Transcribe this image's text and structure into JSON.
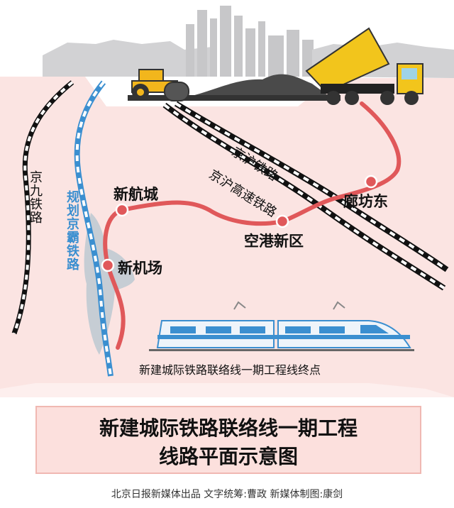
{
  "stations": {
    "xinhangcheng": "新航城",
    "new_airport": "新机场",
    "konggang": "空港新区",
    "langfang_east": "廊坊东"
  },
  "railways": {
    "jingjiu": "京九铁路",
    "jingba_planned": "规划京霸铁路",
    "jinghu": "京沪铁路",
    "jinghu_high_speed": "京沪高速铁路"
  },
  "endpoint_note": "新建城际铁路联络线一期工程线终点",
  "title_line1": "新建城际铁路联络线一期工程",
  "title_line2": "线路平面示意图",
  "credit": "北京日报新媒体出品  文字统筹:曹政  新媒体制图:康剑",
  "colors": {
    "route": "#e0585a",
    "planned_rail": "#3b8fd0",
    "region": "#fbe4e2",
    "banner": "#fce0dd"
  }
}
